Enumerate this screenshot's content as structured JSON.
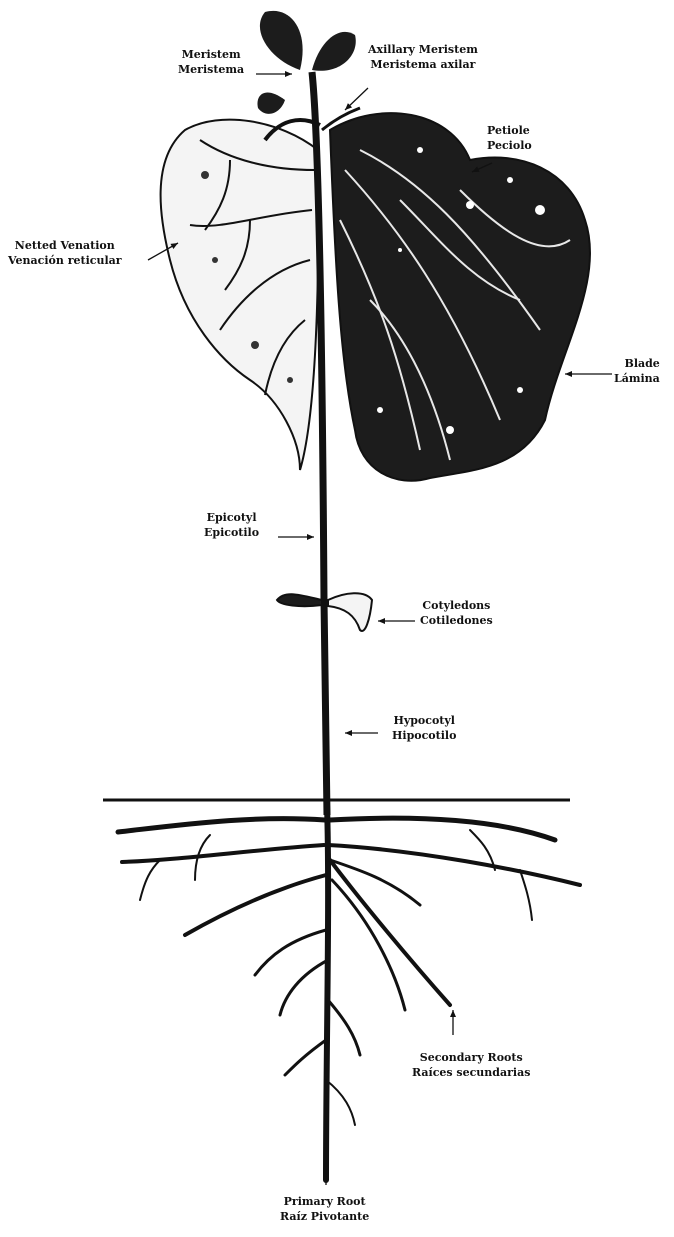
{
  "colors": {
    "ink": "#111111",
    "paper": "#ffffff",
    "leaf_light": "#f4f4f4"
  },
  "labels": {
    "meristem": {
      "en": "Meristem",
      "es": "Meristema"
    },
    "axillary_meristem": {
      "en": "Axillary Meristem",
      "es": "Meristema axilar"
    },
    "petiole": {
      "en": "Petiole",
      "es": "Peciolo"
    },
    "netted_venation": {
      "en": "Netted Venation",
      "es": "Venación reticular"
    },
    "blade": {
      "en": "Blade",
      "es": "Lámina"
    },
    "epicotyl": {
      "en": "Epicotyl",
      "es": "Epicotilo"
    },
    "cotyledons": {
      "en": "Cotyledons",
      "es": "Cotiledones"
    },
    "hypocotyl": {
      "en": "Hypocotyl",
      "es": "Hipocotilo"
    },
    "secondary_roots": {
      "en": "Secondary Roots",
      "es": "Raíces secundarias"
    },
    "primary_root": {
      "en": "Primary Root",
      "es": "Raíz Pivotante"
    }
  }
}
